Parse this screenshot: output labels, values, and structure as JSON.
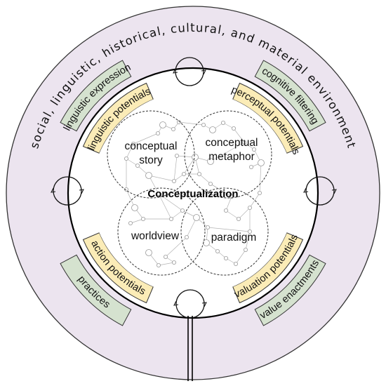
{
  "environment_label": "social, linguistic, historical, cultural, and material environment",
  "outer_bands": [
    {
      "id": "linguistic-expression",
      "label": "linguistic expression"
    },
    {
      "id": "cognitive-filtering",
      "label": "cognitive filtering"
    },
    {
      "id": "practices",
      "label": "practices"
    },
    {
      "id": "value-enactments",
      "label": "value enactments"
    }
  ],
  "inner_bands": [
    {
      "id": "linguistic-potentials",
      "label": "linguistic potentials"
    },
    {
      "id": "perceptual-potentials",
      "label": "perceptual potentials"
    },
    {
      "id": "action-potentials",
      "label": "action potentials"
    },
    {
      "id": "valuation-potentials",
      "label": "valuation potentials"
    }
  ],
  "overlap_circles": {
    "conceptual_story": [
      "conceptual",
      "story"
    ],
    "conceptual_metaphor": [
      "conceptual",
      "metaphor"
    ],
    "worldview": "worldview",
    "paradigm": "paradigm"
  },
  "center_label": "Conceptualization",
  "colors": {
    "environment_fill": "#ece4ef",
    "outer_band_fill": "#d5e2cf",
    "inner_band_fill": "#fbecb7",
    "ring_stroke": "#000000",
    "network_stroke": "#9a9a9a"
  }
}
